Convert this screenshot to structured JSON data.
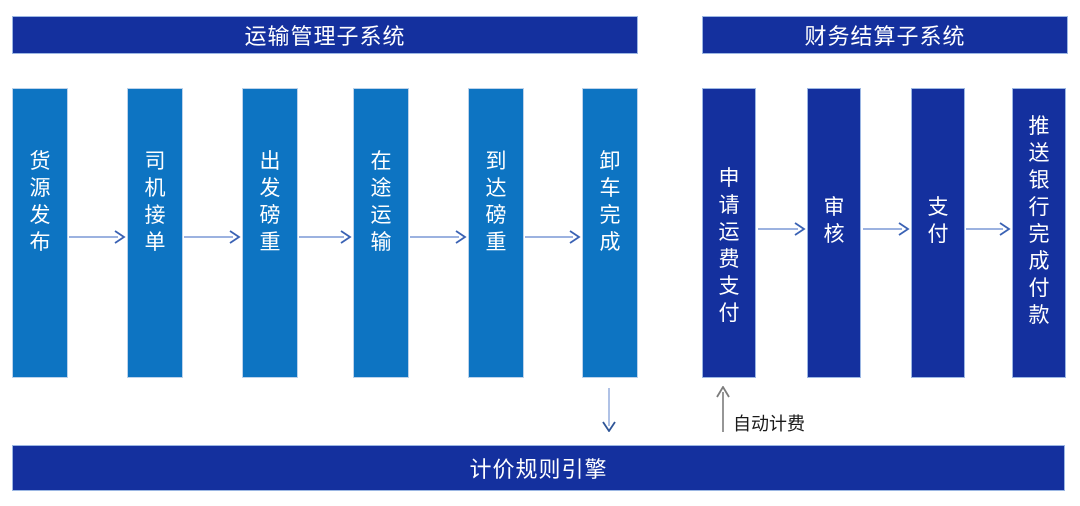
{
  "transport_section": {
    "title": "运输管理子系统",
    "steps": [
      "货源发布",
      "司机接单",
      "出发磅重",
      "在途运输",
      "到达磅重",
      "卸车完成"
    ]
  },
  "finance_section": {
    "title": "财务结算子系统",
    "steps": [
      "申请运费支付",
      "审核",
      "支付",
      "推送银行完成付款"
    ]
  },
  "pricing_engine": {
    "label": "计价规则引擎"
  },
  "annotations": {
    "auto_billing_label": "自动计费"
  },
  "palette": {
    "bright_blue": "#0D74C2",
    "navy_blue": "#14309E",
    "light_border": "#9CB7E3",
    "arrow_stem_blue": "#7C99D6",
    "arrow_head_blue": "#3A62B4",
    "arrow_gray": "#7C7C7C",
    "text_white": "#FFFFFF",
    "annotation_text": "#1A1A1A"
  }
}
